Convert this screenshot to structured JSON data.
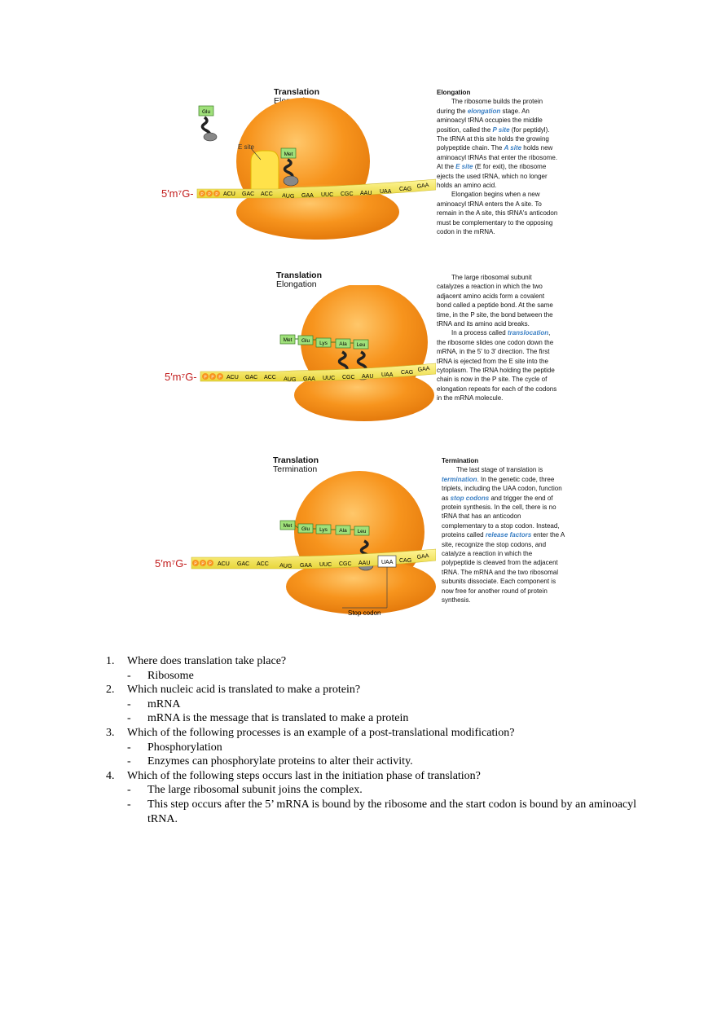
{
  "panels": [
    {
      "title": "Translation",
      "subtitle": "Elongation",
      "heading": "Elongation",
      "text_parts": [
        {
          "t": "The ribosome builds the protein during the "
        },
        {
          "t": "elongation",
          "kw": true
        },
        {
          "t": " stage. An aminoacyl tRNA occupies the middle position, called the "
        },
        {
          "t": "P site",
          "kw": true
        },
        {
          "t": " (for peptidyl). The tRNA at this site holds the growing polypeptide chain. The "
        },
        {
          "t": "A site",
          "kw": true
        },
        {
          "t": " holds new aminoacyl tRNAs that enter the ribosome. At the "
        },
        {
          "t": "E site",
          "kw": true
        },
        {
          "t": " (E for exit), the ribosome ejects the used tRNA, which no longer holds an amino acid."
        }
      ],
      "text2": "Elongation begins when a new aminoacyl tRNA enters the A site. To remain in the A site, this tRNA's anticodon must be complementary to the opposing codon in the mRNA.",
      "amino_acids": [
        "Glu",
        "Met"
      ],
      "site_label": "E site",
      "mrna_cap": "5′m⁷G-",
      "mrna_p": "P",
      "codons": [
        "ACU",
        "GAC",
        "ACC",
        "AUG",
        "GAA",
        "UUC",
        "CGC",
        "AAU",
        "UAA",
        "CAG",
        "GAA"
      ]
    },
    {
      "title": "Translation",
      "subtitle": "Elongation",
      "text_parts": [
        {
          "t": "The large ribosomal subunit catalyzes a reaction in which the two adjacent amino acids form a covalent bond called a peptide bond. At the same time, in the P site, the bond between the tRNA and its amino acid breaks."
        }
      ],
      "text2_parts": [
        {
          "t": "In a process called "
        },
        {
          "t": "translocation",
          "kw": true
        },
        {
          "t": ", the ribosome slides one codon down the mRNA, in the 5′ to 3′ direction. The first tRNA is ejected from the E site into the cytoplasm. The tRNA holding the peptide chain is now in the P site. The cycle of elongation repeats for each of the codons in the mRNA molecule."
        }
      ],
      "amino_acids": [
        "Met",
        "Glu",
        "Lys",
        "Ala",
        "Leu"
      ],
      "mrna_cap": "5′m⁷G-",
      "mrna_p": "P",
      "codons": [
        "ACU",
        "GAC",
        "ACC",
        "AUG",
        "GAA",
        "UUC",
        "CGC",
        "AAU",
        "UAA",
        "CAG",
        "GAA"
      ]
    },
    {
      "title": "Translation",
      "subtitle": "Termination",
      "heading": "Termination",
      "text_parts": [
        {
          "t": "The last stage of translation is "
        },
        {
          "t": "termination",
          "kw": true
        },
        {
          "t": ". In the genetic code, three triplets, including the UAA codon, function as "
        },
        {
          "t": "stop codons",
          "kw": true
        },
        {
          "t": " and trigger the end of protein synthesis. In the cell, there is no tRNA that has an anticodon complementary to a stop codon. Instead, proteins called "
        },
        {
          "t": "release factors",
          "kw": true
        },
        {
          "t": " enter the A site, recognize the stop codons, and catalyze a reaction in which the polypeptide is cleaved from the adjacent tRNA. The mRNA and the two ribosomal subunits dissociate. Each component is now free for another round of protein synthesis."
        }
      ],
      "amino_acids": [
        "Met",
        "Glu",
        "Lys",
        "Ala",
        "Leu"
      ],
      "stop_label": "Stop codon",
      "mrna_cap": "5′m⁷G-",
      "mrna_p": "P",
      "codons": [
        "ACU",
        "GAC",
        "ACC",
        "AUG",
        "GAA",
        "UUC",
        "CGC",
        "AAU",
        "UAA",
        "CAG",
        "GAA"
      ]
    }
  ],
  "questions": [
    {
      "num": "1.",
      "q": "Where does translation take place?",
      "answers": [
        "Ribosome"
      ]
    },
    {
      "num": "2.",
      "q": "Which nucleic acid is translated to make a protein?",
      "answers": [
        "mRNA",
        "mRNA is the message that is translated to make a protein"
      ]
    },
    {
      "num": "3.",
      "q": "Which of the following processes is an example of a post-translational modification?",
      "answers": [
        "Phosphorylation",
        "Enzymes can phosphorylate proteins to alter their activity."
      ]
    },
    {
      "num": "4.",
      "q": "Which of the following steps occurs last in the initiation phase of translation?",
      "answers": [
        "The large ribosomal subunit joins the complex.",
        "This step occurs after the 5’ mRNA is bound by the ribosome and the start codon is bound by an aminoacyl tRNA."
      ]
    }
  ],
  "colors": {
    "ribosome": "#f7941d",
    "ribosome_light": "#fbb040",
    "mrna": "#f5e84a",
    "amino": "#9fe07a",
    "keyword": "#3a7fc4"
  }
}
